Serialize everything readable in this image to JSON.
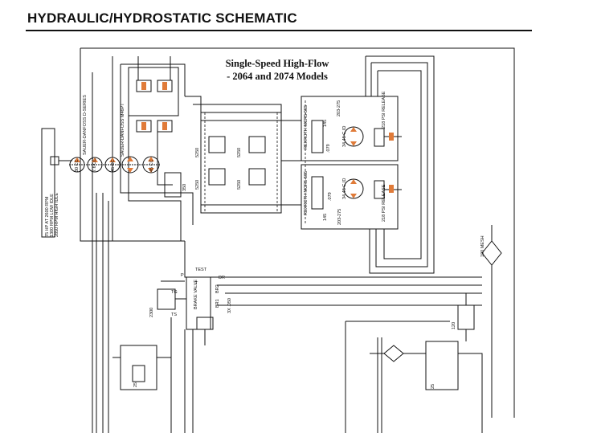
{
  "header": {
    "title": "HYDRAULIC/HYDROSTATIC SCHEMATIC"
  },
  "subtitle": {
    "line1": "Single-Speed High-Flow",
    "line2": "- 2064 and 2074 Models"
  },
  "engine": {
    "label1": "75 HP AT 2600 RPM",
    "label2": "1300 RPM LOW IDLE",
    "label3": "2850 RPM HIGH IDLE"
  },
  "pumps": {
    "p1_disp": "30 CC",
    "p2_disp": "7.6 CC",
    "p3_disp": "45 CC",
    "p4_disp": "45 CC",
    "sauer_d": "SAUER-DANFOSS D-SERIES",
    "sauer_m": "SAUER-DANFOSS M46PT",
    "relief_350": "350"
  },
  "motor_block": {
    "s250_a": "5250",
    "s250_b": "5250",
    "s250_c": "5250",
    "s250_d": "5250"
  },
  "motors": {
    "upper_rexroth": "REXROTH MCR5-565",
    "lower_rexroth": "REXROTH MCR5-565",
    "upper_disp": "34.45 C.ID",
    "lower_disp": "34.45 C.ID",
    "upper_145": "145",
    "lower_145": "145",
    "upper_079": ".079",
    "lower_079": ".079",
    "upper_psi": "218 PSI RELEASE",
    "lower_psi": "218 PSI RELEASE",
    "upper_203": "203-275",
    "lower_203": "203-275"
  },
  "valve": {
    "p": "P",
    "test": "TEST",
    "t": "T",
    "tg": "TG",
    "ts": "TS",
    "brake": "BRAKE VALVE",
    "br1": "BR1",
    "br2": "BR2",
    "dr": "DR",
    "orifice": "3X .050",
    "relief": "2300"
  },
  "filters": {
    "mesh": "100 MESH",
    "check_120": "120",
    "left_25": "25",
    "right_25": "25"
  }
}
